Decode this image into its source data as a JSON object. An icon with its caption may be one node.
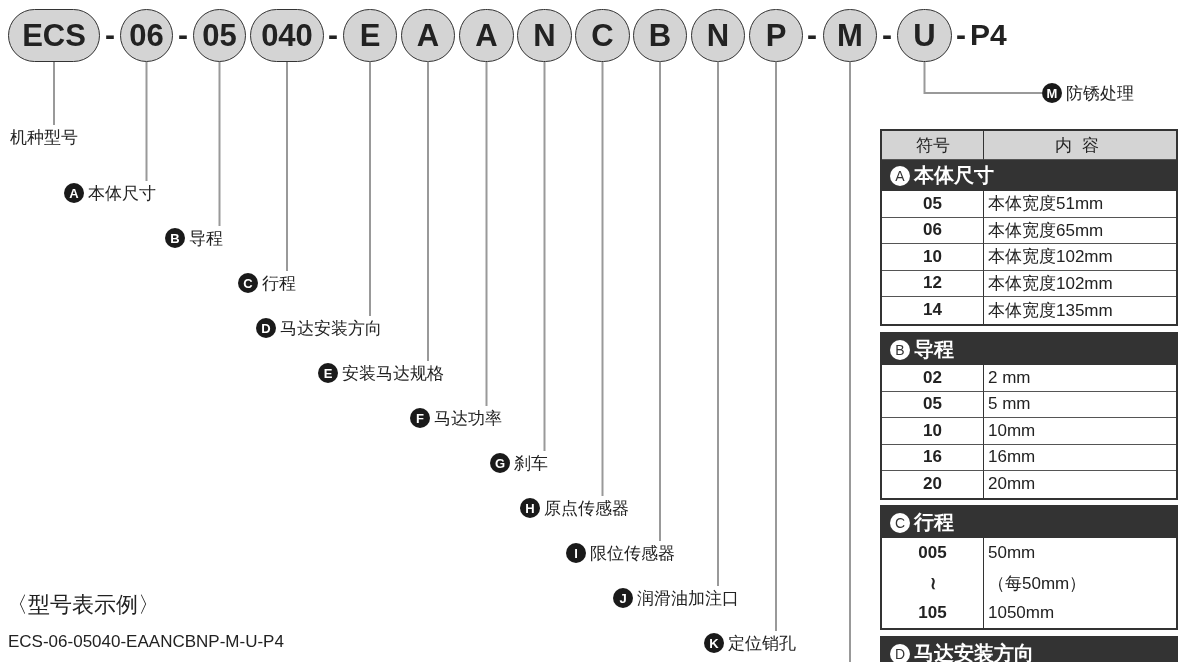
{
  "diagram": {
    "nodes": [
      {
        "text": [
          "ECS"
        ]
      },
      {
        "text": [
          "06"
        ]
      },
      {
        "text": [
          "05"
        ]
      },
      {
        "text": [
          "040"
        ]
      },
      {
        "text": [
          "E"
        ]
      },
      {
        "text": [
          "A"
        ]
      },
      {
        "text": [
          "A"
        ]
      },
      {
        "text": [
          "N"
        ]
      },
      {
        "text": [
          "C"
        ]
      },
      {
        "text": [
          "B"
        ]
      },
      {
        "text": [
          "N"
        ]
      },
      {
        "text": [
          "P"
        ]
      },
      {
        "text": [
          "M"
        ]
      },
      {
        "text": [
          "U"
        ]
      },
      {
        "text": [
          "机种型号"
        ]
      },
      {
        "text": [
          "A",
          "本体尺寸"
        ]
      },
      {
        "text": [
          "B",
          "导程"
        ]
      },
      {
        "text": [
          "C",
          "行程"
        ]
      },
      {
        "text": [
          "D",
          "马达安装方向"
        ]
      },
      {
        "text": [
          "E",
          "安装马达规格"
        ]
      },
      {
        "text": [
          "F",
          "马达功率"
        ]
      },
      {
        "text": [
          "G",
          "刹车"
        ]
      },
      {
        "text": [
          "H",
          "原点传感器"
        ]
      },
      {
        "text": [
          "I",
          "限位传感器"
        ]
      },
      {
        "text": [
          "J",
          "润滑油加注口"
        ]
      },
      {
        "text": [
          "K",
          "定位销孔"
        ]
      },
      {
        "text": [
          "M",
          "防锈处理"
        ]
      }
    ],
    "edges": [
      {
        "from": 0,
        "to": 14,
        "arrow": "none"
      },
      {
        "from": 1,
        "to": 15,
        "arrow": "none"
      },
      {
        "from": 2,
        "to": 16,
        "arrow": "none"
      },
      {
        "from": 3,
        "to": 17,
        "arrow": "none"
      },
      {
        "from": 4,
        "to": 18,
        "arrow": "none"
      },
      {
        "from": 5,
        "to": 19,
        "arrow": "none"
      },
      {
        "from": 6,
        "to": 20,
        "arrow": "none"
      },
      {
        "from": 7,
        "to": 21,
        "arrow": "none"
      },
      {
        "from": 8,
        "to": 22,
        "arrow": "none"
      },
      {
        "from": 9,
        "to": 23,
        "arrow": "none"
      },
      {
        "from": 10,
        "to": 24,
        "arrow": "none"
      },
      {
        "from": 11,
        "to": 25,
        "arrow": "none"
      },
      {
        "from": 12,
        "to": null,
        "arrow": "none"
      },
      {
        "from": 13,
        "to": 26,
        "arrow": "none"
      }
    ],
    "labels": [
      "-",
      "-",
      "-",
      "-",
      "-",
      "-",
      "P4",
      "〈型号表示例〉",
      "ECS-06-05040-EAANCBNP-M-U-P4",
      "符号",
      "内容",
      "A",
      "本体尺寸",
      "05",
      "本体宽度51mm",
      "06",
      "本体宽度65mm",
      "10",
      "本体宽度102mm",
      "12",
      "本体宽度102mm",
      "14",
      "本体宽度135mm",
      "B",
      "导程",
      "02",
      "2 mm",
      "05",
      "5 mm",
      "10",
      "10mm",
      "16",
      "16mm",
      "20",
      "20mm",
      "C",
      "行程",
      "005",
      "50mm",
      "≀",
      "（每50mm）",
      "105",
      "1050mm",
      "D",
      "马达安装方向"
    ]
  }
}
